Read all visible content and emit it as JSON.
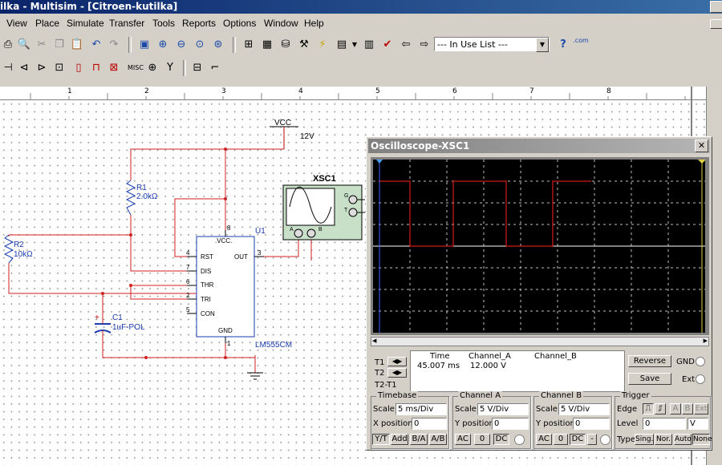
{
  "window": {
    "title": "ilka - Multisim - [Citroen-kutilka]"
  },
  "menu": [
    "View",
    "Place",
    "Simulate",
    "Transfer",
    "Tools",
    "Reports",
    "Options",
    "Window",
    "Help"
  ],
  "toolbar": {
    "in_use_list": "--- In Use List ---",
    "help_glyph": "?",
    "com_label": ".com",
    "misc_label": "MISC"
  },
  "ruler": {
    "ticks": [
      "1",
      "2",
      "3",
      "4",
      "5",
      "6",
      "7",
      "8"
    ]
  },
  "schematic": {
    "vcc_label": "VCC",
    "vcc_value": "12V",
    "r1_name": "R1",
    "r1_value": "2.0kΩ",
    "r2_name": "R2",
    "r2_value": "10kΩ",
    "c1_name": "C1",
    "c1_value": "1uF-POL",
    "c1_plus": "+",
    "u1_name": "U1",
    "u1_part": "LM555CM",
    "pins": {
      "rst": "RST",
      "dis": "DIS",
      "thr": "THR",
      "tri": "TRI",
      "con": "CON",
      "vcc": ".VCC.",
      "gnd": "GND",
      "out": "OUT"
    },
    "pin_numbers": {
      "p4": "4",
      "p7": "7",
      "p6": "6",
      "p2": "2",
      "p5": "5",
      "p8": "8",
      "p1": "1",
      "p3": "3"
    },
    "scope_symbol": {
      "name": "XSC1",
      "g": "G",
      "t": "T",
      "a": "A",
      "b": "B"
    }
  },
  "oscilloscope": {
    "title": "Oscilloscope-XSC1",
    "close_glyph": "✕",
    "readout": {
      "headers": [
        "Time",
        "Channel_A",
        "Channel_B"
      ],
      "t1_label": "T1",
      "t2_label": "T2",
      "t2t1_label": "T2-T1",
      "time": "45.007 ms",
      "channel_a": "12.000 V",
      "channel_b": ""
    },
    "reverse_label": "Reverse",
    "save_label": "Save",
    "gnd_label": "GND",
    "ext_label": "Ext",
    "timebase": {
      "title": "Timebase",
      "scale_label": "Scale",
      "scale": "5 ms/Div",
      "xpos_label": "X position",
      "xpos": "0",
      "modes": [
        "Y/T",
        "Add",
        "B/A",
        "A/B"
      ]
    },
    "channel_a": {
      "title": "Channel A",
      "scale_label": "Scale",
      "scale": "5  V/Div",
      "ypos_label": "Y position",
      "ypos": "0",
      "coupling": [
        "AC",
        "0",
        "DC"
      ]
    },
    "channel_b": {
      "title": "Channel B",
      "scale_label": "Scale",
      "scale": "5  V/Div",
      "ypos_label": "Y position",
      "ypos": "0",
      "coupling": [
        "AC",
        "0",
        "DC",
        "-"
      ]
    },
    "trigger": {
      "title": "Trigger",
      "edge_label": "Edge",
      "level_label": "Level",
      "level": "0",
      "level_unit": "V",
      "type_label": "Type",
      "sources": [
        "A",
        "B",
        "Ext"
      ],
      "types": [
        "Sing.",
        "Nor.",
        "Auto",
        "None"
      ]
    },
    "colors": {
      "trace": "#ff2020",
      "screen": "#000000"
    }
  }
}
